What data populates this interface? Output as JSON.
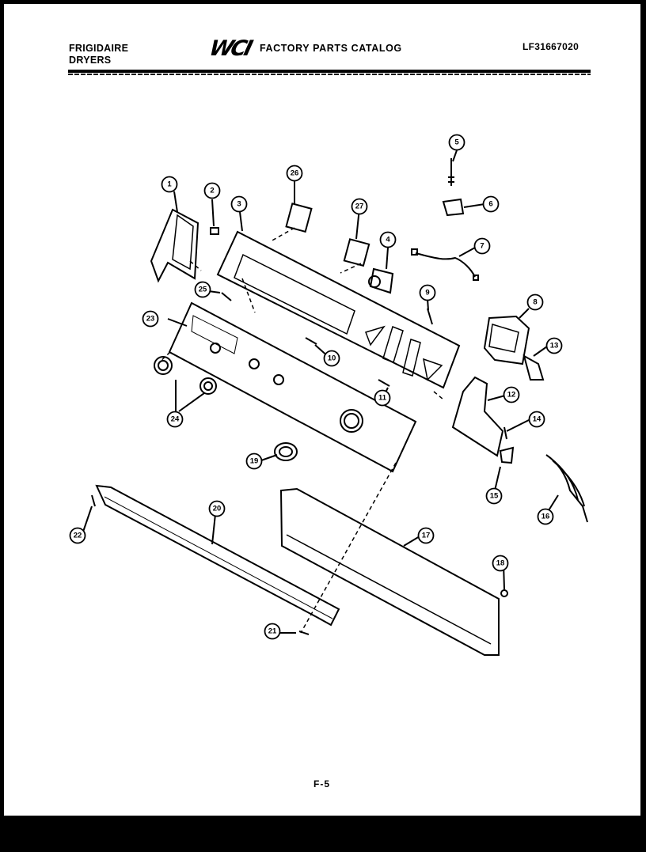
{
  "header": {
    "brand_line1": "FRIGIDAIRE",
    "brand_line2": "DRYERS",
    "logo_text": "WCI",
    "catalog_title": "FACTORY PARTS CATALOG",
    "model_code": "LF31667020"
  },
  "callouts": [
    {
      "id": "c1",
      "label": "1"
    },
    {
      "id": "c2",
      "label": "2"
    },
    {
      "id": "c3",
      "label": "3"
    },
    {
      "id": "c4",
      "label": "4"
    },
    {
      "id": "c5",
      "label": "5"
    },
    {
      "id": "c6",
      "label": "6"
    },
    {
      "id": "c7",
      "label": "7"
    },
    {
      "id": "c8",
      "label": "8"
    },
    {
      "id": "c9",
      "label": "9"
    },
    {
      "id": "c10",
      "label": "10"
    },
    {
      "id": "c11",
      "label": "11"
    },
    {
      "id": "c12",
      "label": "12"
    },
    {
      "id": "c13",
      "label": "13"
    },
    {
      "id": "c14",
      "label": "14"
    },
    {
      "id": "c15",
      "label": "15"
    },
    {
      "id": "c16",
      "label": "16"
    },
    {
      "id": "c17",
      "label": "17"
    },
    {
      "id": "c18",
      "label": "18"
    },
    {
      "id": "c19",
      "label": "19"
    },
    {
      "id": "c20",
      "label": "20"
    },
    {
      "id": "c21",
      "label": "21"
    },
    {
      "id": "c22",
      "label": "22"
    },
    {
      "id": "c23",
      "label": "23"
    },
    {
      "id": "c24",
      "label": "24"
    },
    {
      "id": "c25",
      "label": "25"
    },
    {
      "id": "c26",
      "label": "26"
    },
    {
      "id": "c27",
      "label": "27"
    }
  ],
  "footer": {
    "page_number": "F-5"
  }
}
